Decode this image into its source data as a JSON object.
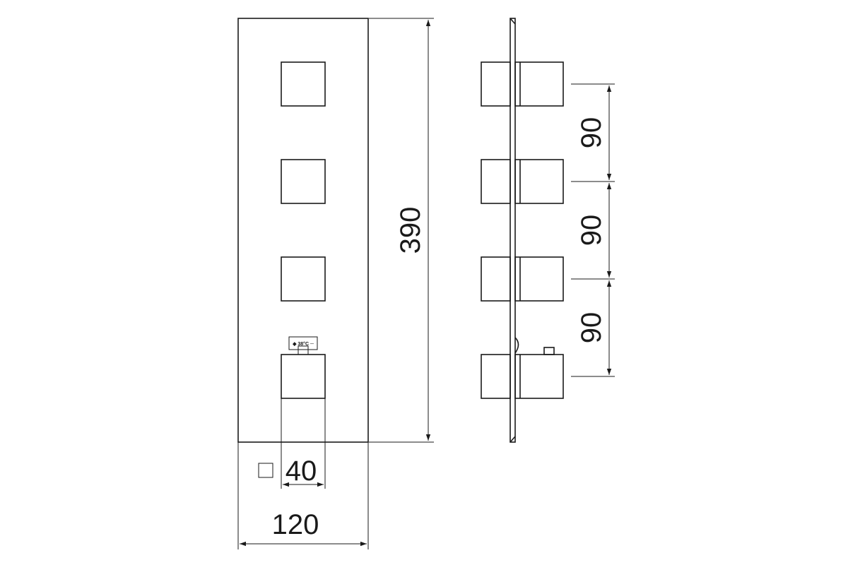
{
  "front_view": {
    "height_dimension": "390",
    "width_dimension": "120",
    "handle_dimension": "40",
    "square_symbol": "□",
    "knob_label": "◆ 38°C ─"
  },
  "side_view": {
    "spacing_dimensions": [
      "90",
      "90",
      "90"
    ]
  }
}
